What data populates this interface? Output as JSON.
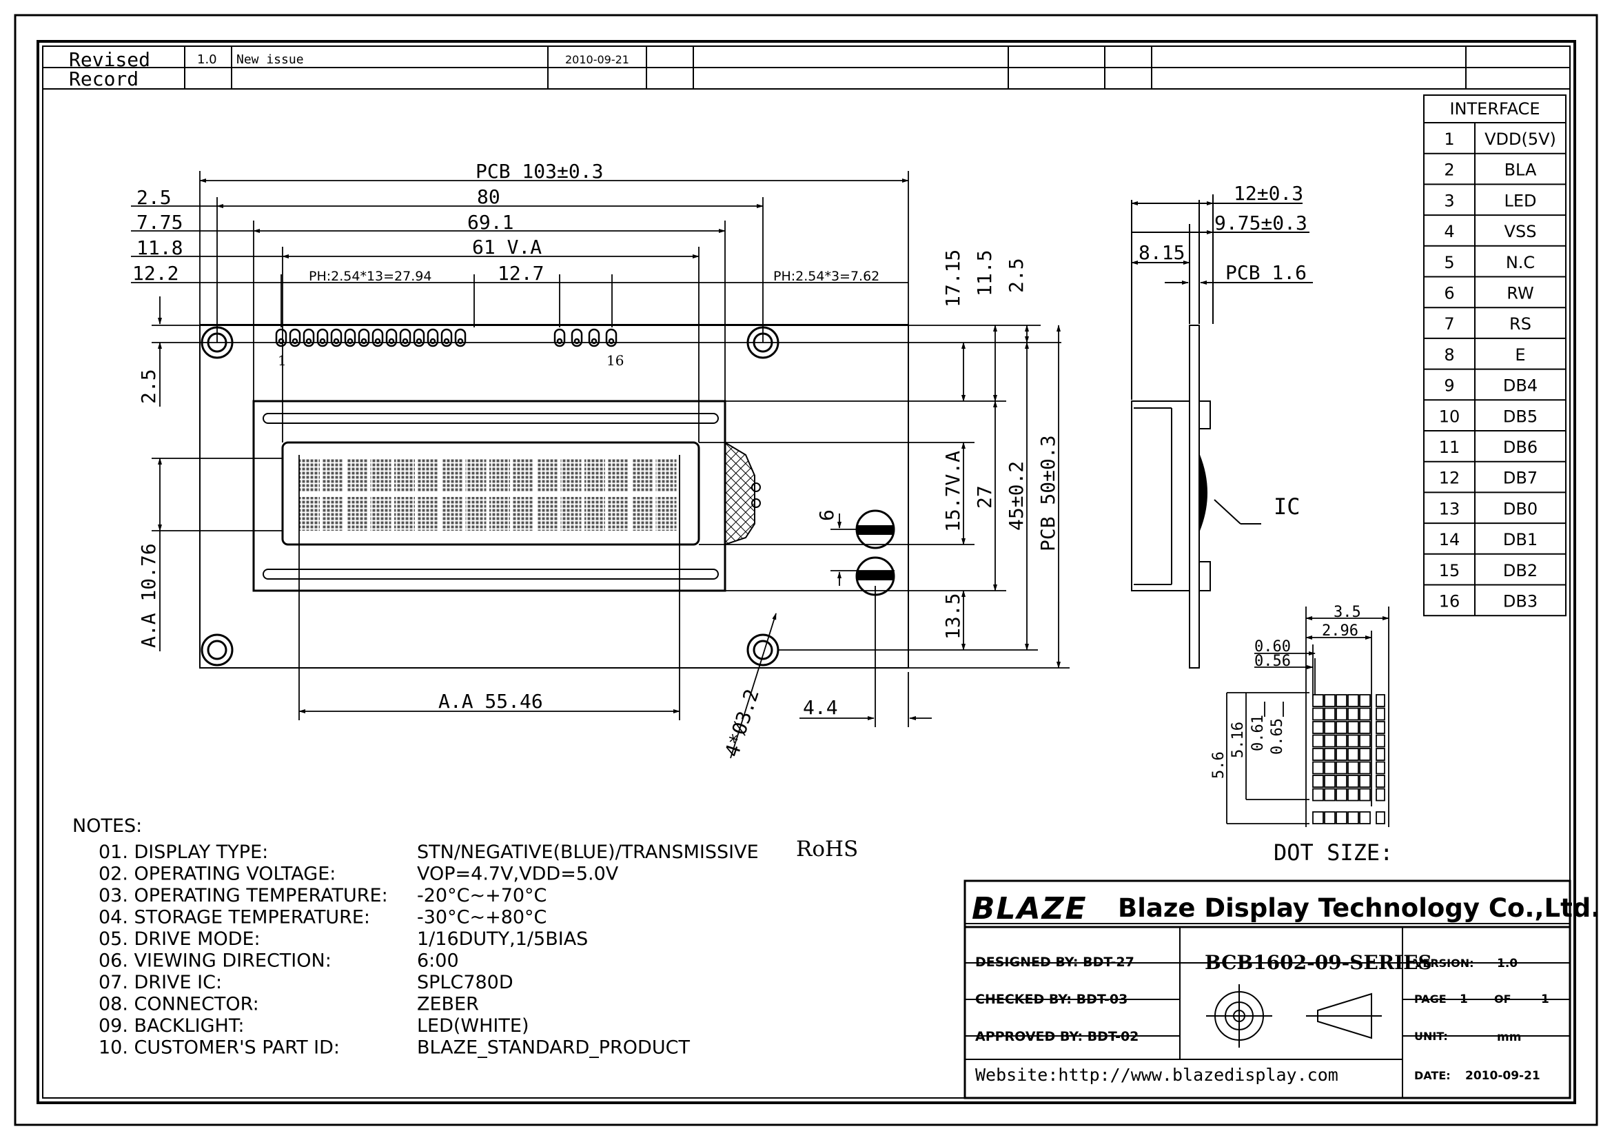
{
  "revision": {
    "label_line1": "Revised",
    "label_line2": "Record",
    "version": "1.0",
    "description": "New issue",
    "date": "2010-09-21"
  },
  "front_view": {
    "pcb_width": "PCB 103±0.3",
    "dim_80": "80",
    "dim_69_1": "69.1",
    "dim_61_va": "61 V.A",
    "left_2_5": "2.5",
    "left_7_75": "7.75",
    "left_11_8": "11.8",
    "left_12_2": "12.2",
    "pitch_left": "PH:2.54*13=27.94",
    "pitch_gap": "12.7",
    "pitch_right": "PH:2.54*3=7.62",
    "pin_first": "1",
    "pin_last": "16",
    "v_2_5": "2.5",
    "aa_height": "A.A 10.76",
    "aa_width": "A.A 55.46",
    "hole_dia": "4*Ø3.2",
    "dim_4_4": "4.4",
    "dim_6": "6",
    "r_17_15": "17.15",
    "r_11_5": "11.5",
    "r_2_5": "2.5",
    "r_15_7va": "15.7V.A",
    "r_27": "27",
    "r_45": "45±0.2",
    "r_pcb50": "PCB 50±0.3",
    "r_13_5": "13.5"
  },
  "side_view": {
    "dim_12": "12±0.3",
    "dim_9_75": "9.75±0.3",
    "dim_8_15": "8.15",
    "pcb_thick": "PCB 1.6",
    "ic_label": "IC"
  },
  "dot_size": {
    "title": "DOT SIZE:",
    "w_3_5": "3.5",
    "w_2_96": "2.96",
    "w_0_60": "0.60",
    "w_0_56": "0.56",
    "h_5_6": "5.6",
    "h_5_16": "5.16",
    "h_0_61": "0.61",
    "h_0_65": "0.65"
  },
  "interface": {
    "title": "INTERFACE",
    "pins": [
      {
        "no": "1",
        "name": "VDD(5V)"
      },
      {
        "no": "2",
        "name": "BLA"
      },
      {
        "no": "3",
        "name": "LED"
      },
      {
        "no": "4",
        "name": "VSS"
      },
      {
        "no": "5",
        "name": "N.C"
      },
      {
        "no": "6",
        "name": "RW"
      },
      {
        "no": "7",
        "name": "RS"
      },
      {
        "no": "8",
        "name": "E"
      },
      {
        "no": "9",
        "name": "DB4"
      },
      {
        "no": "10",
        "name": "DB5"
      },
      {
        "no": "11",
        "name": "DB6"
      },
      {
        "no": "12",
        "name": "DB7"
      },
      {
        "no": "13",
        "name": "DB0"
      },
      {
        "no": "14",
        "name": "DB1"
      },
      {
        "no": "15",
        "name": "DB2"
      },
      {
        "no": "16",
        "name": "DB3"
      }
    ]
  },
  "notes": {
    "title": "NOTES:",
    "items": [
      {
        "label": "01. DISPLAY TYPE:",
        "value": "STN/NEGATIVE(BLUE)/TRANSMISSIVE",
        "extra": "RoHS"
      },
      {
        "label": "02. OPERATING VOLTAGE:",
        "value": "VOP=4.7V,VDD=5.0V",
        "extra": ""
      },
      {
        "label": "03. OPERATING TEMPERATURE:",
        "value": "-20°C~+70°C",
        "extra": ""
      },
      {
        "label": "04. STORAGE TEMPERATURE:",
        "value": "-30°C~+80°C",
        "extra": ""
      },
      {
        "label": "05. DRIVE MODE:",
        "value": "1/16DUTY,1/5BIAS",
        "extra": ""
      },
      {
        "label": "06. VIEWING DIRECTION:",
        "value": "6:00",
        "extra": ""
      },
      {
        "label": "07. DRIVE IC:",
        "value": "SPLC780D",
        "extra": ""
      },
      {
        "label": "08. CONNECTOR:",
        "value": "ZEBER",
        "extra": ""
      },
      {
        "label": "09. BACKLIGHT:",
        "value": "LED(WHITE)",
        "extra": ""
      },
      {
        "label": "10. CUSTOMER'S PART ID:",
        "value": "BLAZE_STANDARD_PRODUCT",
        "extra": ""
      }
    ]
  },
  "title_block": {
    "logo": "BLAZE",
    "company": "Blaze Display Technology Co.,Ltd.",
    "designed": "DESIGNED BY: BDT-27",
    "checked": "CHECKED BY: BDT-03",
    "approved": "APPROVED BY: BDT-02",
    "part_no": "BCB1602-09-SERIES",
    "website": "Website:http://www.blazedisplay.com",
    "version_label": "VERSION:",
    "version_value": "1.0",
    "page_label": "PAGE",
    "page_no": "1",
    "page_of": "OF",
    "page_total": "1",
    "unit_label": "UNIT:",
    "unit_value": "mm",
    "date_label": "DATE:",
    "date_value": "2010-09-21"
  }
}
